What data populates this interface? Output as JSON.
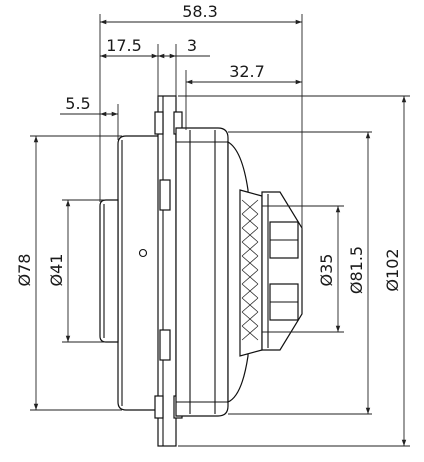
{
  "dimensions": {
    "overall_length": "58.3",
    "flange_offset": "17.5",
    "flange_thickness": "3",
    "front_depth": "32.7",
    "rear_step": "5.5",
    "rear_diameter": "Ø78",
    "boss_diameter": "Ø41",
    "cone_diameter": "Ø35",
    "surround_diameter": "Ø81.5",
    "flange_diameter": "Ø102"
  }
}
